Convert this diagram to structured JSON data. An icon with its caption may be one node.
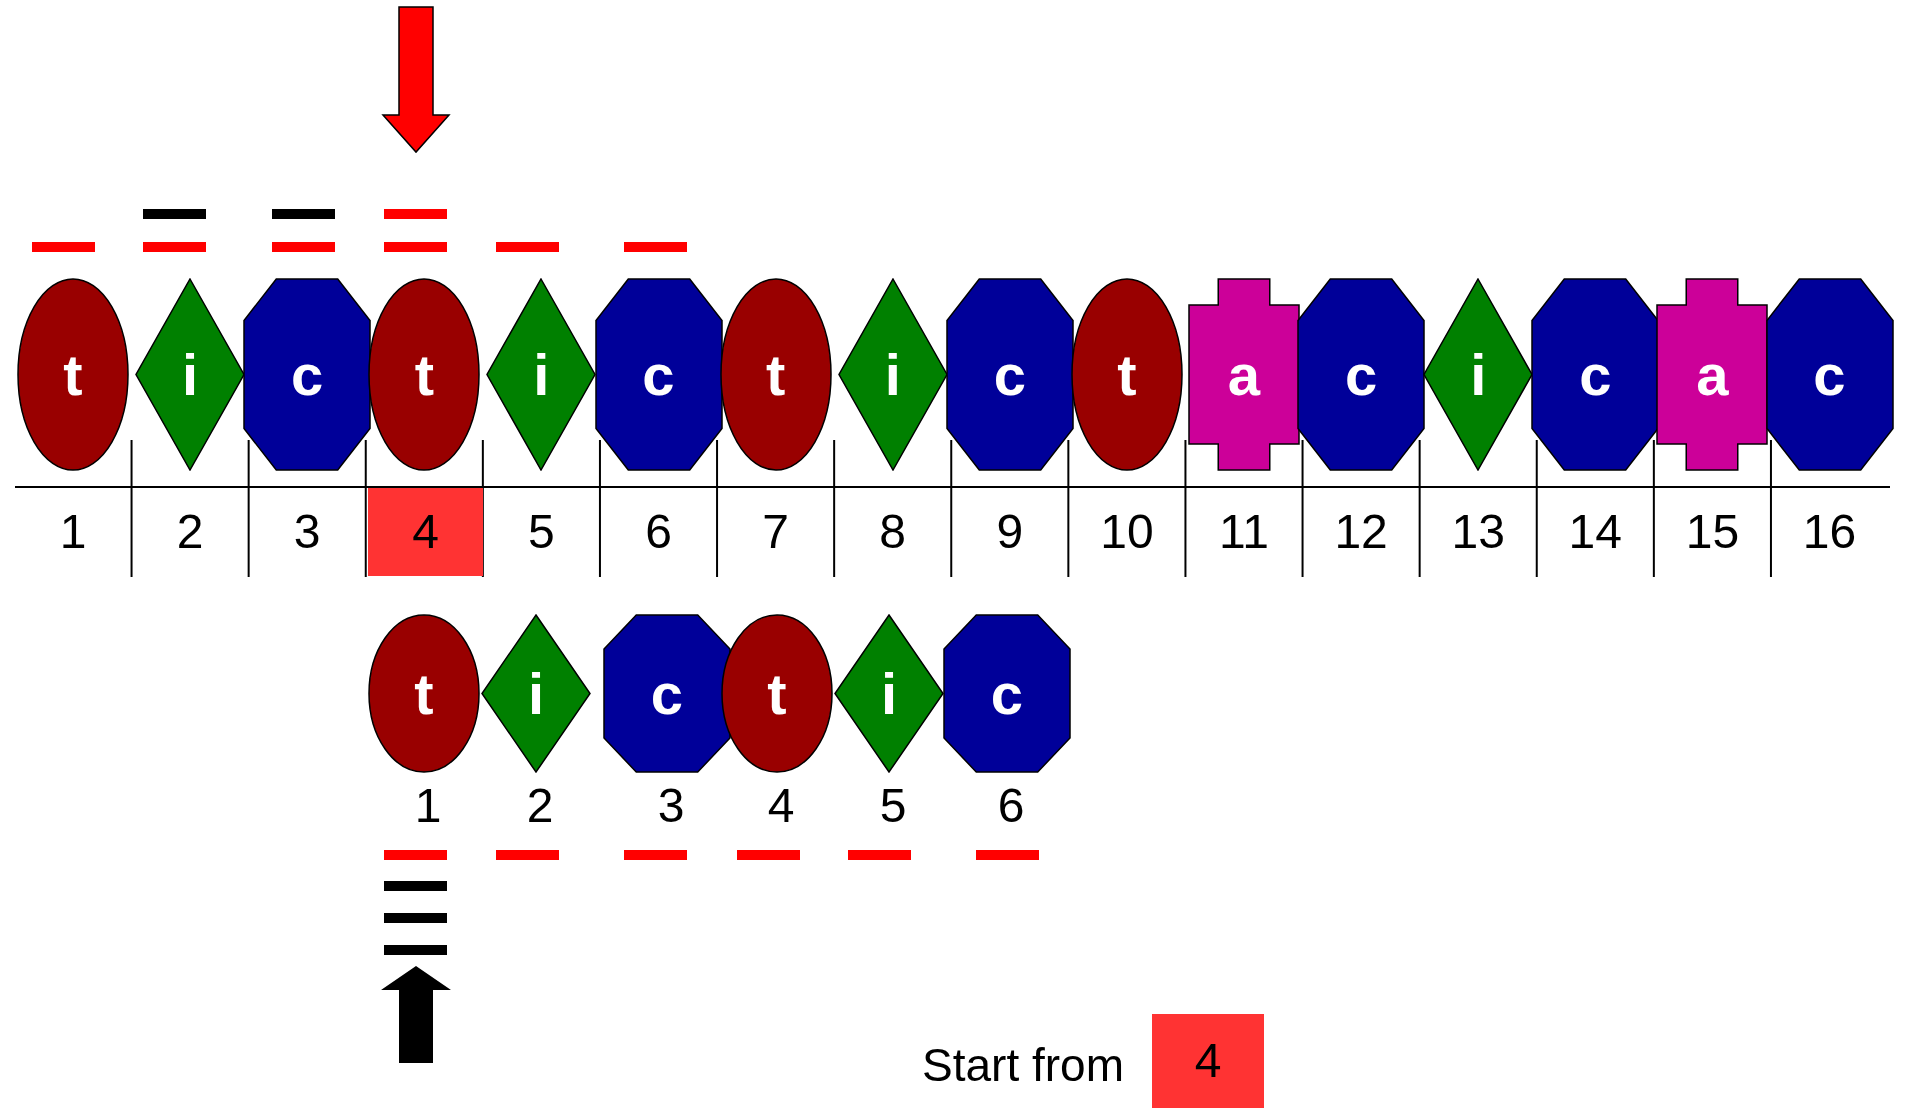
{
  "diagram": {
    "nodes": [
      {
        "text": [
          "t"
        ]
      },
      {
        "text": [
          "i"
        ]
      },
      {
        "text": [
          "c"
        ]
      },
      {
        "text": [
          "t"
        ]
      },
      {
        "text": [
          "i"
        ]
      },
      {
        "text": [
          "c"
        ]
      },
      {
        "text": [
          "t"
        ]
      },
      {
        "text": [
          "i"
        ]
      },
      {
        "text": [
          "c"
        ]
      },
      {
        "text": [
          "t"
        ]
      },
      {
        "text": [
          "a"
        ]
      },
      {
        "text": [
          "c"
        ]
      },
      {
        "text": [
          "i"
        ]
      },
      {
        "text": [
          "c"
        ]
      },
      {
        "text": [
          "a"
        ]
      },
      {
        "text": [
          "c"
        ]
      },
      {
        "text": [
          "t"
        ]
      },
      {
        "text": [
          "i"
        ]
      },
      {
        "text": [
          "c"
        ]
      },
      {
        "text": [
          "t"
        ]
      },
      {
        "text": [
          "i"
        ]
      },
      {
        "text": [
          "c"
        ]
      },
      {
        "text": [
          "4"
        ]
      },
      {
        "text": [
          "4"
        ],
        "beside": [
          "Start from"
        ]
      }
    ],
    "labels": [
      "1",
      "2",
      "3",
      "5",
      "6",
      "7",
      "8",
      "9",
      "10",
      "11",
      "12",
      "13",
      "14",
      "15",
      "16",
      "1",
      "2",
      "3",
      "4",
      "5",
      "6"
    ]
  }
}
